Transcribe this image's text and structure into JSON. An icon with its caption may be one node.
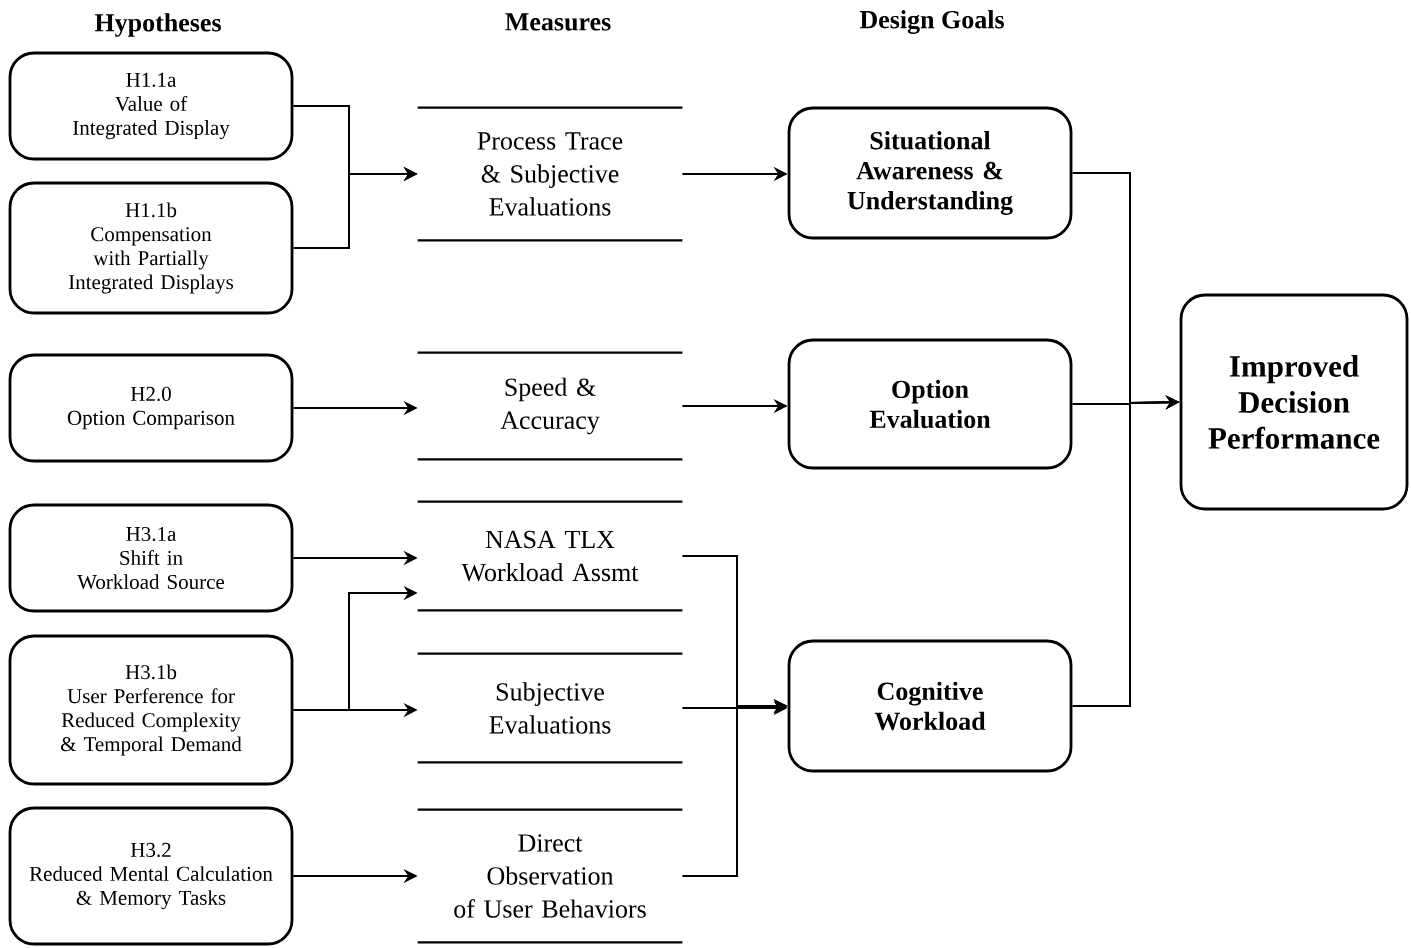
{
  "diagram": {
    "nodes": [
      {
        "text": [
          "H1.1a",
          "Value of Integrated Display"
        ]
      },
      {
        "text": [
          "H1.1b",
          "Compensation with Partially Integrated Displays"
        ]
      },
      {
        "text": [
          "H2.0",
          "Option Comparison"
        ]
      },
      {
        "text": [
          "H3.1a",
          "Shift in Workload Source"
        ]
      },
      {
        "text": [
          "H3.1b",
          "User Perference for Reduced Complexity & Temporal Demand"
        ]
      },
      {
        "text": [
          "H3.2",
          "Reduced Mental Calculation & Memory Tasks"
        ]
      },
      {
        "text": [
          "Process Trace & Subjective Evaluations"
        ]
      },
      {
        "text": [
          "Speed & Accuracy"
        ]
      },
      {
        "text": [
          "NASA TLX Workload Assmt"
        ]
      },
      {
        "text": [
          "Subjective Evaluations"
        ]
      },
      {
        "text": [
          "Direct Observation of User Behaviors"
        ]
      },
      {
        "text": [
          "Situational Awareness & Understanding"
        ]
      },
      {
        "text": [
          "Option Evaluation"
        ]
      },
      {
        "text": [
          "Cognitive Workload"
        ]
      },
      {
        "text": [
          "Improved Decision Performance"
        ]
      }
    ],
    "edges": [
      {
        "from": 0,
        "to": 6,
        "arrow": "to"
      },
      {
        "from": 1,
        "to": 6,
        "arrow": "to"
      },
      {
        "from": 2,
        "to": 7,
        "arrow": "to"
      },
      {
        "from": 3,
        "to": 8,
        "arrow": "to"
      },
      {
        "from": 4,
        "to": 8,
        "arrow": "to"
      },
      {
        "from": 4,
        "to": 9,
        "arrow": "to"
      },
      {
        "from": 5,
        "to": 10,
        "arrow": "to"
      },
      {
        "from": 6,
        "to": 11,
        "arrow": "to"
      },
      {
        "from": 7,
        "to": 12,
        "arrow": "to"
      },
      {
        "from": 8,
        "to": 13,
        "arrow": "to"
      },
      {
        "from": 9,
        "to": 13,
        "arrow": "to"
      },
      {
        "from": 10,
        "to": 13,
        "arrow": "to"
      },
      {
        "from": 11,
        "to": 14,
        "arrow": "to"
      },
      {
        "from": 12,
        "to": 14,
        "arrow": "to"
      },
      {
        "from": 13,
        "to": 14,
        "arrow": "to"
      }
    ],
    "labels": [
      "Hypotheses",
      "Measures",
      "Design Goals"
    ]
  }
}
